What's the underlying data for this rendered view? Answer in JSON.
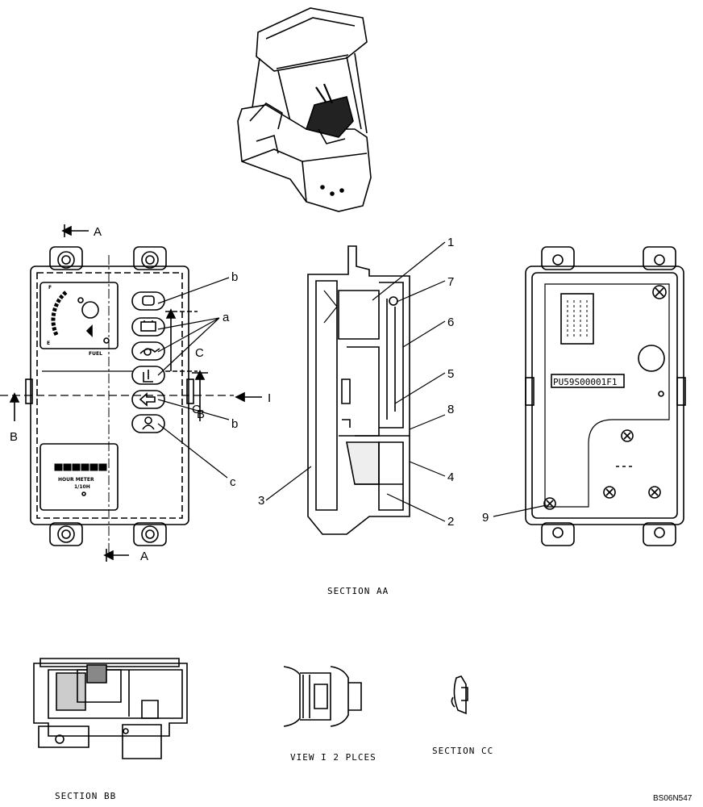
{
  "figure": {
    "code": "BS06N547",
    "captions": {
      "section_aa": "SECTION AA",
      "section_bb": "SECTION BB",
      "section_cc": "SECTION CC",
      "view_i": "VIEW I 2 PLCES"
    },
    "section_marks": {
      "a_top": "A",
      "a_bottom": "A",
      "b_left": "B",
      "b_right": "B",
      "c_upper": "C",
      "c_lower": "C",
      "i_view": "I"
    },
    "callouts_front": {
      "b_top": "b",
      "a": "a",
      "b_mid": "b",
      "c": "c"
    },
    "callouts_section": {
      "n1": "1",
      "n2": "2",
      "n3": "3",
      "n4": "4",
      "n5": "5",
      "n6": "6",
      "n7": "7",
      "n8": "8",
      "n9": "9"
    },
    "panel_text": {
      "fuel_f": "F",
      "fuel_e": "E",
      "fuel": "FUEL",
      "hour_meter": "HOUR METER",
      "hour_unit": "1/10H",
      "part_no": "PU59S00001F1"
    },
    "icons": [
      "excavator-cab-illustration",
      "fuel-gauge-icon",
      "glow-plug-icon",
      "battery-charge-icon",
      "oil-pressure-icon",
      "water-temp-icon",
      "air-filter-icon",
      "seatbelt-icon",
      "connector-icon"
    ]
  }
}
